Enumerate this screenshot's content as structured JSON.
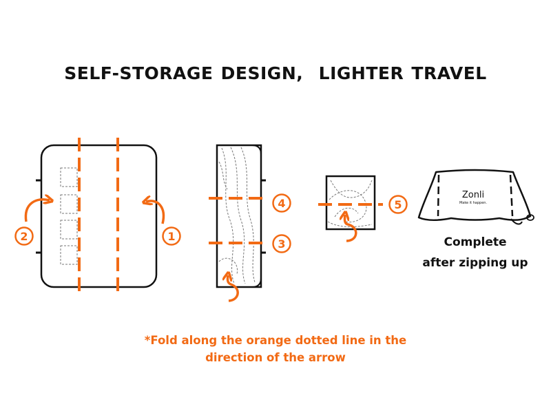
{
  "title": "SELF-STORAGE DESIGN,  LIGHTER TRAVEL",
  "steps": [
    "1",
    "2",
    "3",
    "4",
    "5"
  ],
  "brand": {
    "logo_text": "Zonli",
    "tagline": "Make it happen."
  },
  "complete_label": {
    "line1": "Complete",
    "line2": "after zipping up"
  },
  "note": {
    "line1": "*Fold along the orange dotted line in the",
    "line2": "direction of the arrow"
  },
  "colors": {
    "accent": "#f26a14",
    "ink": "#111111"
  }
}
